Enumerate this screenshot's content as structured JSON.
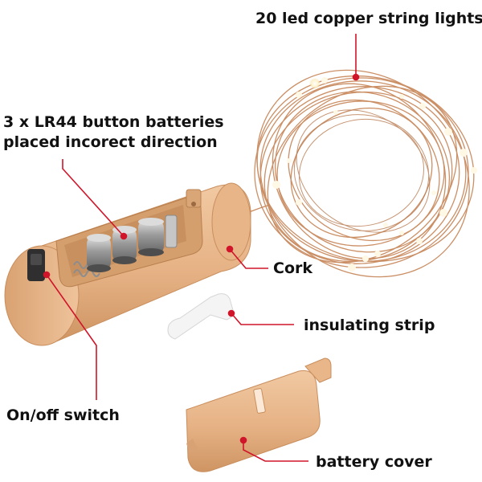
{
  "labels": {
    "copper_lights": "20 led copper string lights",
    "batteries_line1": "3 x LR44 button batteries",
    "batteries_line2": "placed incorect direction",
    "cork": "Cork",
    "insulating_strip": "insulating strip",
    "switch": "On/off switch",
    "battery_cover": "battery cover"
  },
  "colors": {
    "cork": "#e9b98f",
    "copper_wire": "#c98a5e",
    "callout_line": "#d0152a",
    "battery_metal": "#b8b8b8",
    "led": "#fff6d8"
  },
  "led_count": 20,
  "battery_count": 3
}
